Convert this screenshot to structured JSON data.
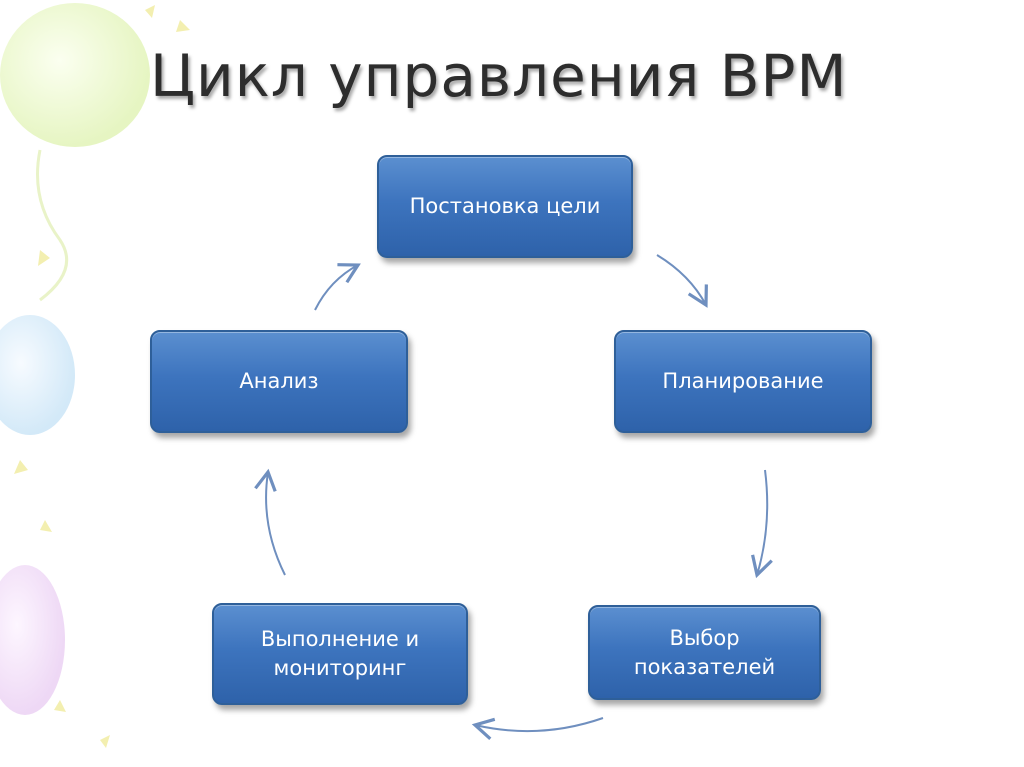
{
  "slide": {
    "title": "Цикл управления BPM"
  },
  "cycle": {
    "steps": [
      {
        "label": "Постановка цели"
      },
      {
        "label": "Планирование"
      },
      {
        "label": "Выбор\nпоказателей"
      },
      {
        "label": "Выполнение и\nмониторинг"
      },
      {
        "label": "Анализ"
      }
    ]
  },
  "colors": {
    "box_fill": "#3d74be",
    "box_border": "#2e5f99",
    "arrow": "#6f8fbf",
    "title": "#2d2d2d"
  }
}
